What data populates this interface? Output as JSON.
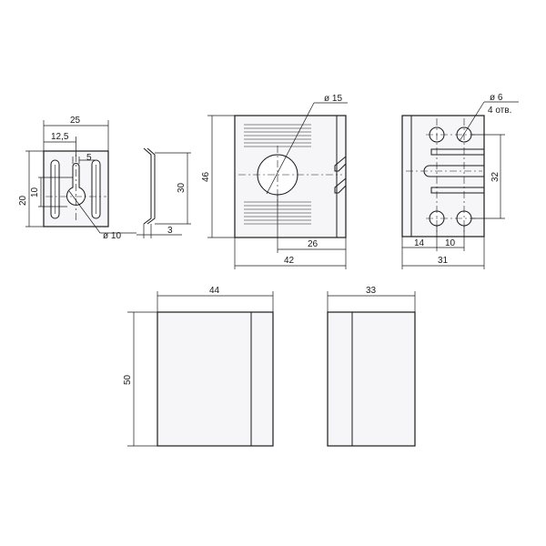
{
  "dimensions": {
    "v1_width": "25",
    "v1_offset": "12,5",
    "v1_slot": "5",
    "v1_height": "20",
    "v1_key": "10",
    "v1_hole": "ø 10",
    "v2_height": "30",
    "v2_depth": "3",
    "v3_height": "46",
    "v3_hole": "ø 15",
    "v3_center": "26",
    "v3_width": "42",
    "v4_hole": "ø 6",
    "v4_holes_count": "4 отв.",
    "v4_spacing_v": "32",
    "v4_offset": "14",
    "v4_spacing_h": "10",
    "v4_width": "31",
    "v5_width": "44",
    "v5_height": "50",
    "v6_width": "33"
  }
}
